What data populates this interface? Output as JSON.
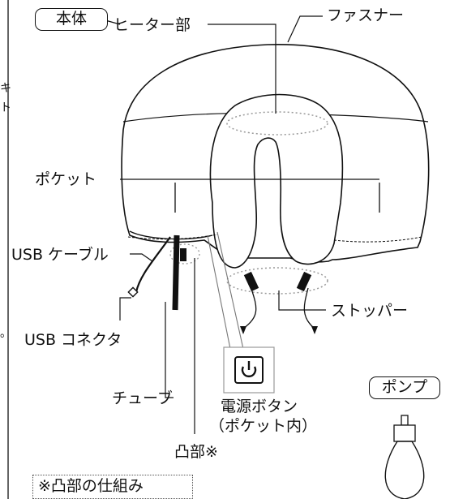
{
  "labels": {
    "body": "本体",
    "heater": "ヒーター部",
    "zipper": "ファスナー",
    "pocket": "ポケット",
    "usb_cable": "USB ケーブル",
    "usb_connector": "USB コネクタ",
    "tube": "チューブ",
    "stopper": "ストッパー",
    "power_button_line1": "電源ボタン",
    "power_button_line2": "（ポケット内）",
    "convex": "凸部※",
    "pump": "ポンプ",
    "convex_note": "※凸部の仕組み"
  },
  "side_marks": [
    "キ",
    "ト",
    "。"
  ],
  "icons": {
    "power": "power-icon"
  }
}
